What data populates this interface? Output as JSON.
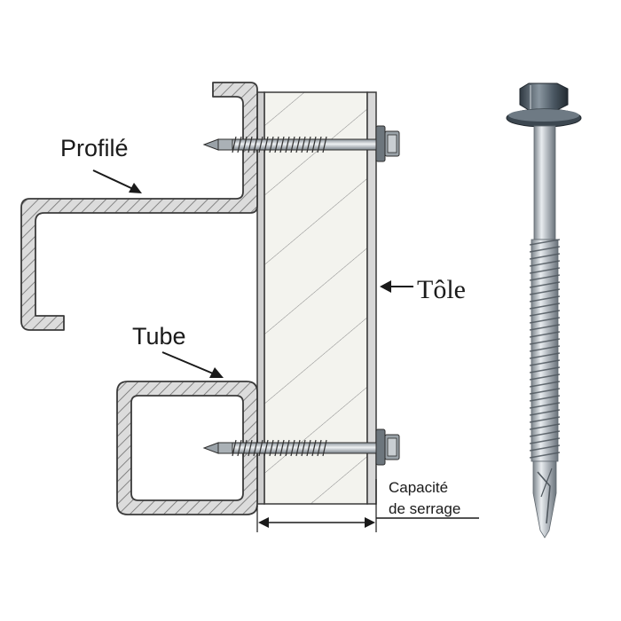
{
  "labels": {
    "profile": "Profilé",
    "tube": "Tube",
    "sheet": "Tôle",
    "capacity_line1": "Capacité",
    "capacity_line2": "de serrage"
  },
  "colors": {
    "steel_outline": "#3a3a3a",
    "steel_fill": "#d9d9d9",
    "panel_fill": "#f2f2ec",
    "hatch": "#7a7a7a",
    "screw_metal": "#b8bdc2",
    "screw_dark": "#4a5560",
    "text": "#1a1a1a"
  },
  "icons": [
    "arrow-pointer",
    "dimension-arrow",
    "self-drilling-screw"
  ]
}
